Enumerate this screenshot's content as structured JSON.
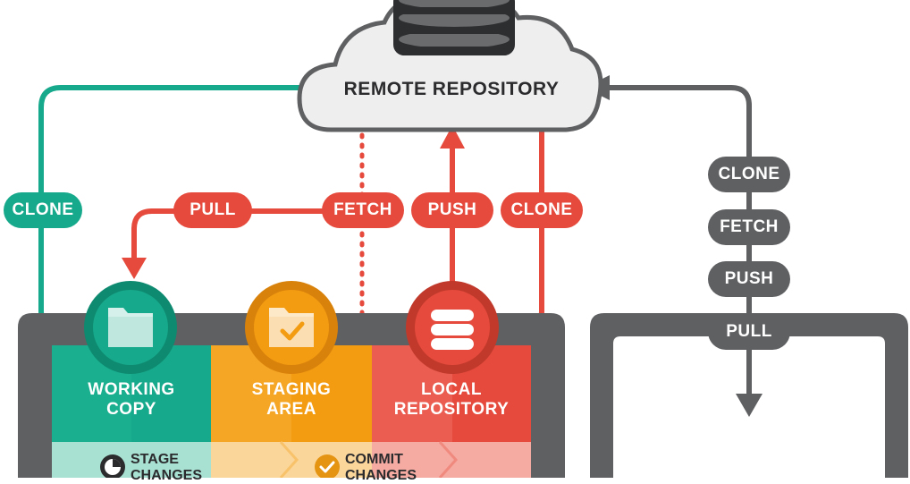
{
  "remote": {
    "label": "REMOTE REPOSITORY"
  },
  "areas": {
    "working": [
      "WORKING",
      "COPY"
    ],
    "staging": [
      "STAGING",
      "AREA"
    ],
    "local": [
      "LOCAL",
      "REPOSITORY"
    ]
  },
  "arrows": {
    "clone_left": "CLONE",
    "pull": "PULL",
    "fetch": "FETCH",
    "push": "PUSH",
    "clone_right": "CLONE"
  },
  "right_stack": [
    "CLONE",
    "FETCH",
    "PUSH",
    "PULL"
  ],
  "steps": {
    "stage": [
      "STAGE",
      "CHANGES"
    ],
    "commit": [
      "COMMIT",
      "CHANGES"
    ]
  },
  "colors": {
    "teal": "#17a98b",
    "red": "#e54a3c",
    "orange": "#f39c12",
    "gray": "#5f6062",
    "cloud": "#eeeeef"
  }
}
